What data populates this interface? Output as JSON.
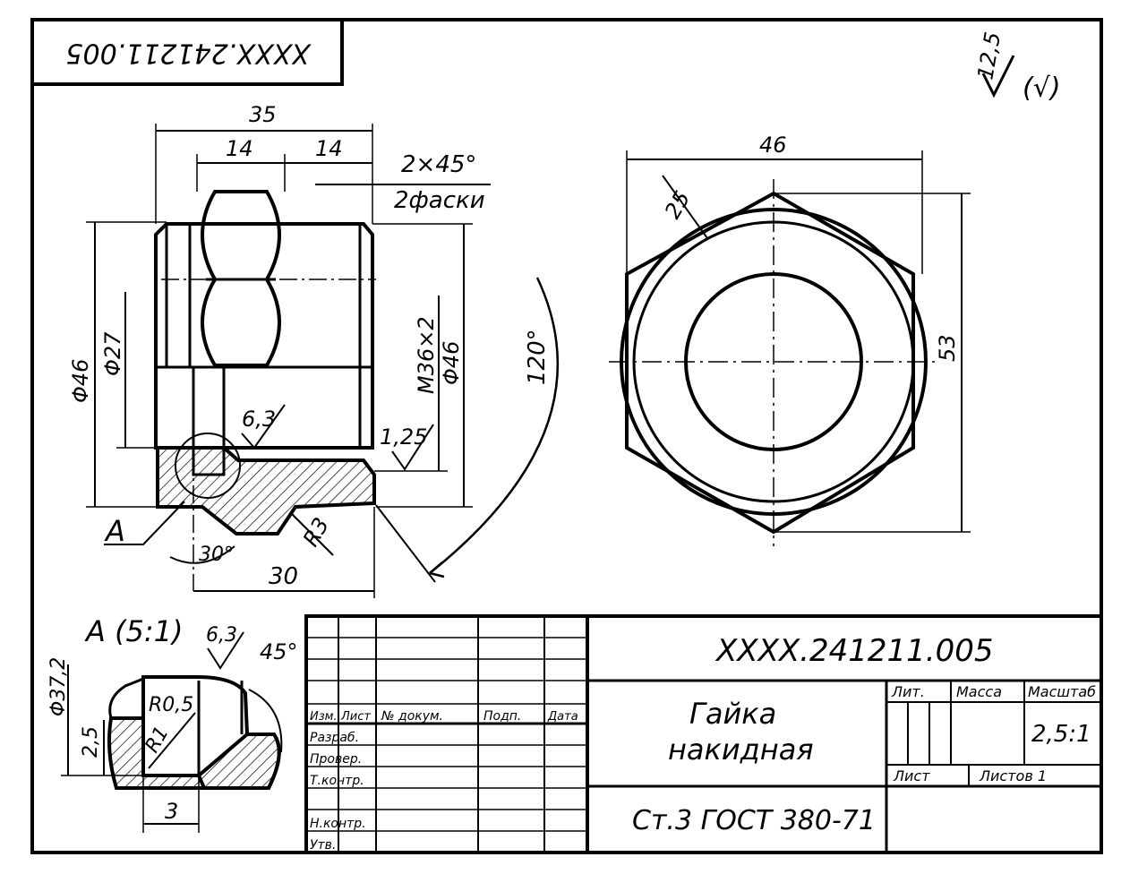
{
  "drawing_code": "XXXX.241211.005",
  "roughness": {
    "general": "12,5",
    "rest": "(√)"
  },
  "main_view": {
    "dim_overall_length": "35",
    "dim_left_part": "14",
    "dim_hex_part": "14",
    "chamfer_note": "2×45°",
    "chamfer_count": "2фаски",
    "dim_outer_diameter": "Φ46",
    "dim_bore_diameter": "Φ27",
    "thread": "M36×2",
    "dim_right_diameter": "Φ46",
    "roughness_bore": "6,3",
    "roughness_thread": "1,25",
    "section_label": "A",
    "angle_undercut": "30°",
    "radius": "R3",
    "dim_thread_length": "30",
    "hex_angle": "120°"
  },
  "hex_view": {
    "dim_across_flats": "46",
    "dim_across_corners": "53",
    "roughness_face": "25"
  },
  "detail_view": {
    "title": "A (5:1)",
    "roughness": "6,3",
    "angle": "45°",
    "diameter": "Φ37,2",
    "radius_1": "R0,5",
    "radius_2": "R1",
    "depth": "2,5",
    "width": "3"
  },
  "title_block": {
    "designation": "XXXX.241211.005",
    "part_name_line1": "Гайка",
    "part_name_line2": "накидная",
    "material": "Ст.3 ГОСТ 380-71",
    "col_headers": [
      "Изм.",
      "Лист",
      "№ докум.",
      "Подп.",
      "Дата"
    ],
    "row_labels": [
      "Разраб.",
      "Провер.",
      "Т.контр.",
      "Н.контр.",
      "Утв."
    ],
    "lit_header": "Лит.",
    "mass_header": "Масса",
    "scale_header": "Масштаб",
    "scale_value": "2,5:1",
    "sheet_label": "Лист",
    "sheets_label": "Листов 1"
  }
}
